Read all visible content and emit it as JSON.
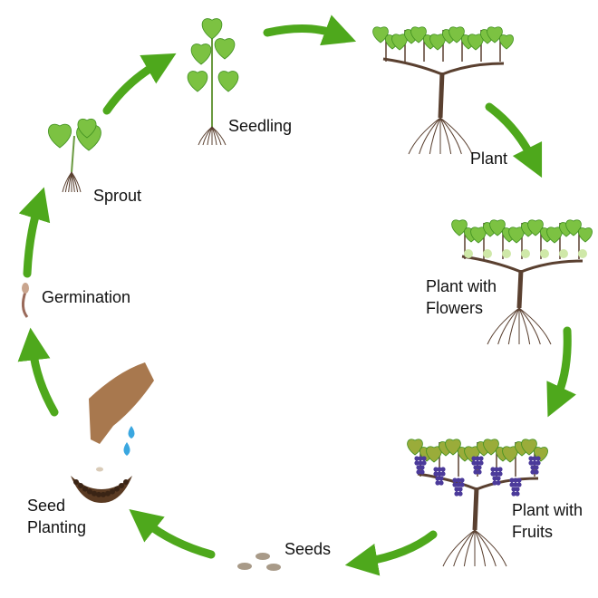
{
  "colors": {
    "arrow": "#4ea81c",
    "leaf": "#7cc242",
    "leaf_dark": "#3f8f1f",
    "trunk": "#5a4030",
    "grape": "#4b3a9a",
    "hand": "#a8784e",
    "water": "#3aa7e0",
    "soil": "#5a3a22"
  },
  "stages": [
    {
      "id": "seedling",
      "label": [
        "Seedling"
      ]
    },
    {
      "id": "plant",
      "label": [
        "Plant"
      ]
    },
    {
      "id": "flowers",
      "label": [
        "Plant with",
        "Flowers"
      ]
    },
    {
      "id": "fruits",
      "label": [
        "Plant with",
        "Fruits"
      ]
    },
    {
      "id": "seeds",
      "label": [
        "Seeds"
      ]
    },
    {
      "id": "planting",
      "label": [
        "Seed",
        "Planting"
      ]
    },
    {
      "id": "germination",
      "label": [
        "Germination"
      ]
    },
    {
      "id": "sprout",
      "label": [
        "Sprout"
      ]
    }
  ]
}
